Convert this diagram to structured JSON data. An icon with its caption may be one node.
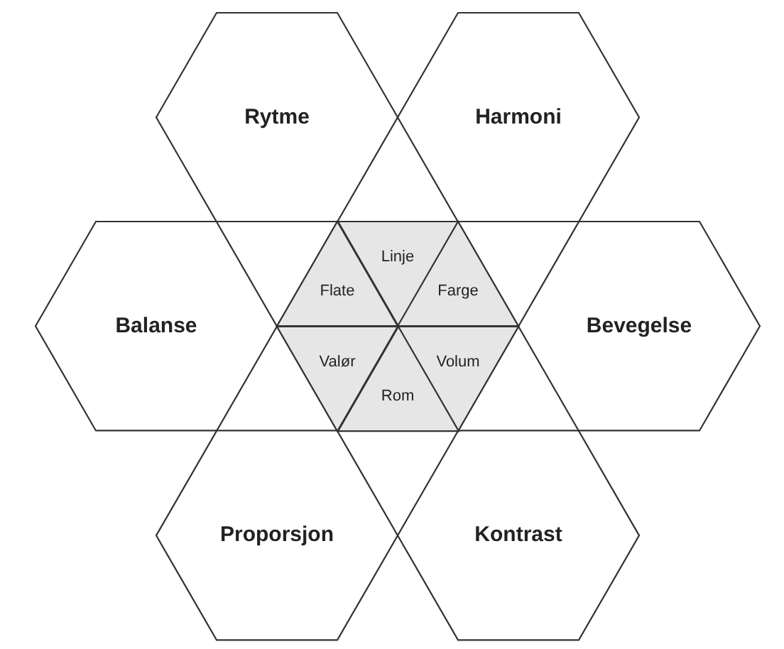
{
  "diagram": {
    "nodes": [
      {
        "text": [
          "Rytme",
          "Kontrast"
        ]
      },
      {
        "text": [
          "Harmoni",
          "Proporsjon"
        ]
      },
      {
        "text": [
          "Balanse",
          "Bevegelse"
        ]
      },
      {
        "text": [
          "Linje"
        ]
      },
      {
        "text": [
          "Flate"
        ]
      },
      {
        "text": [
          "Farge"
        ]
      },
      {
        "text": [
          "Valør"
        ]
      },
      {
        "text": [
          "Volum"
        ]
      },
      {
        "text": [
          "Rom"
        ]
      }
    ]
  }
}
